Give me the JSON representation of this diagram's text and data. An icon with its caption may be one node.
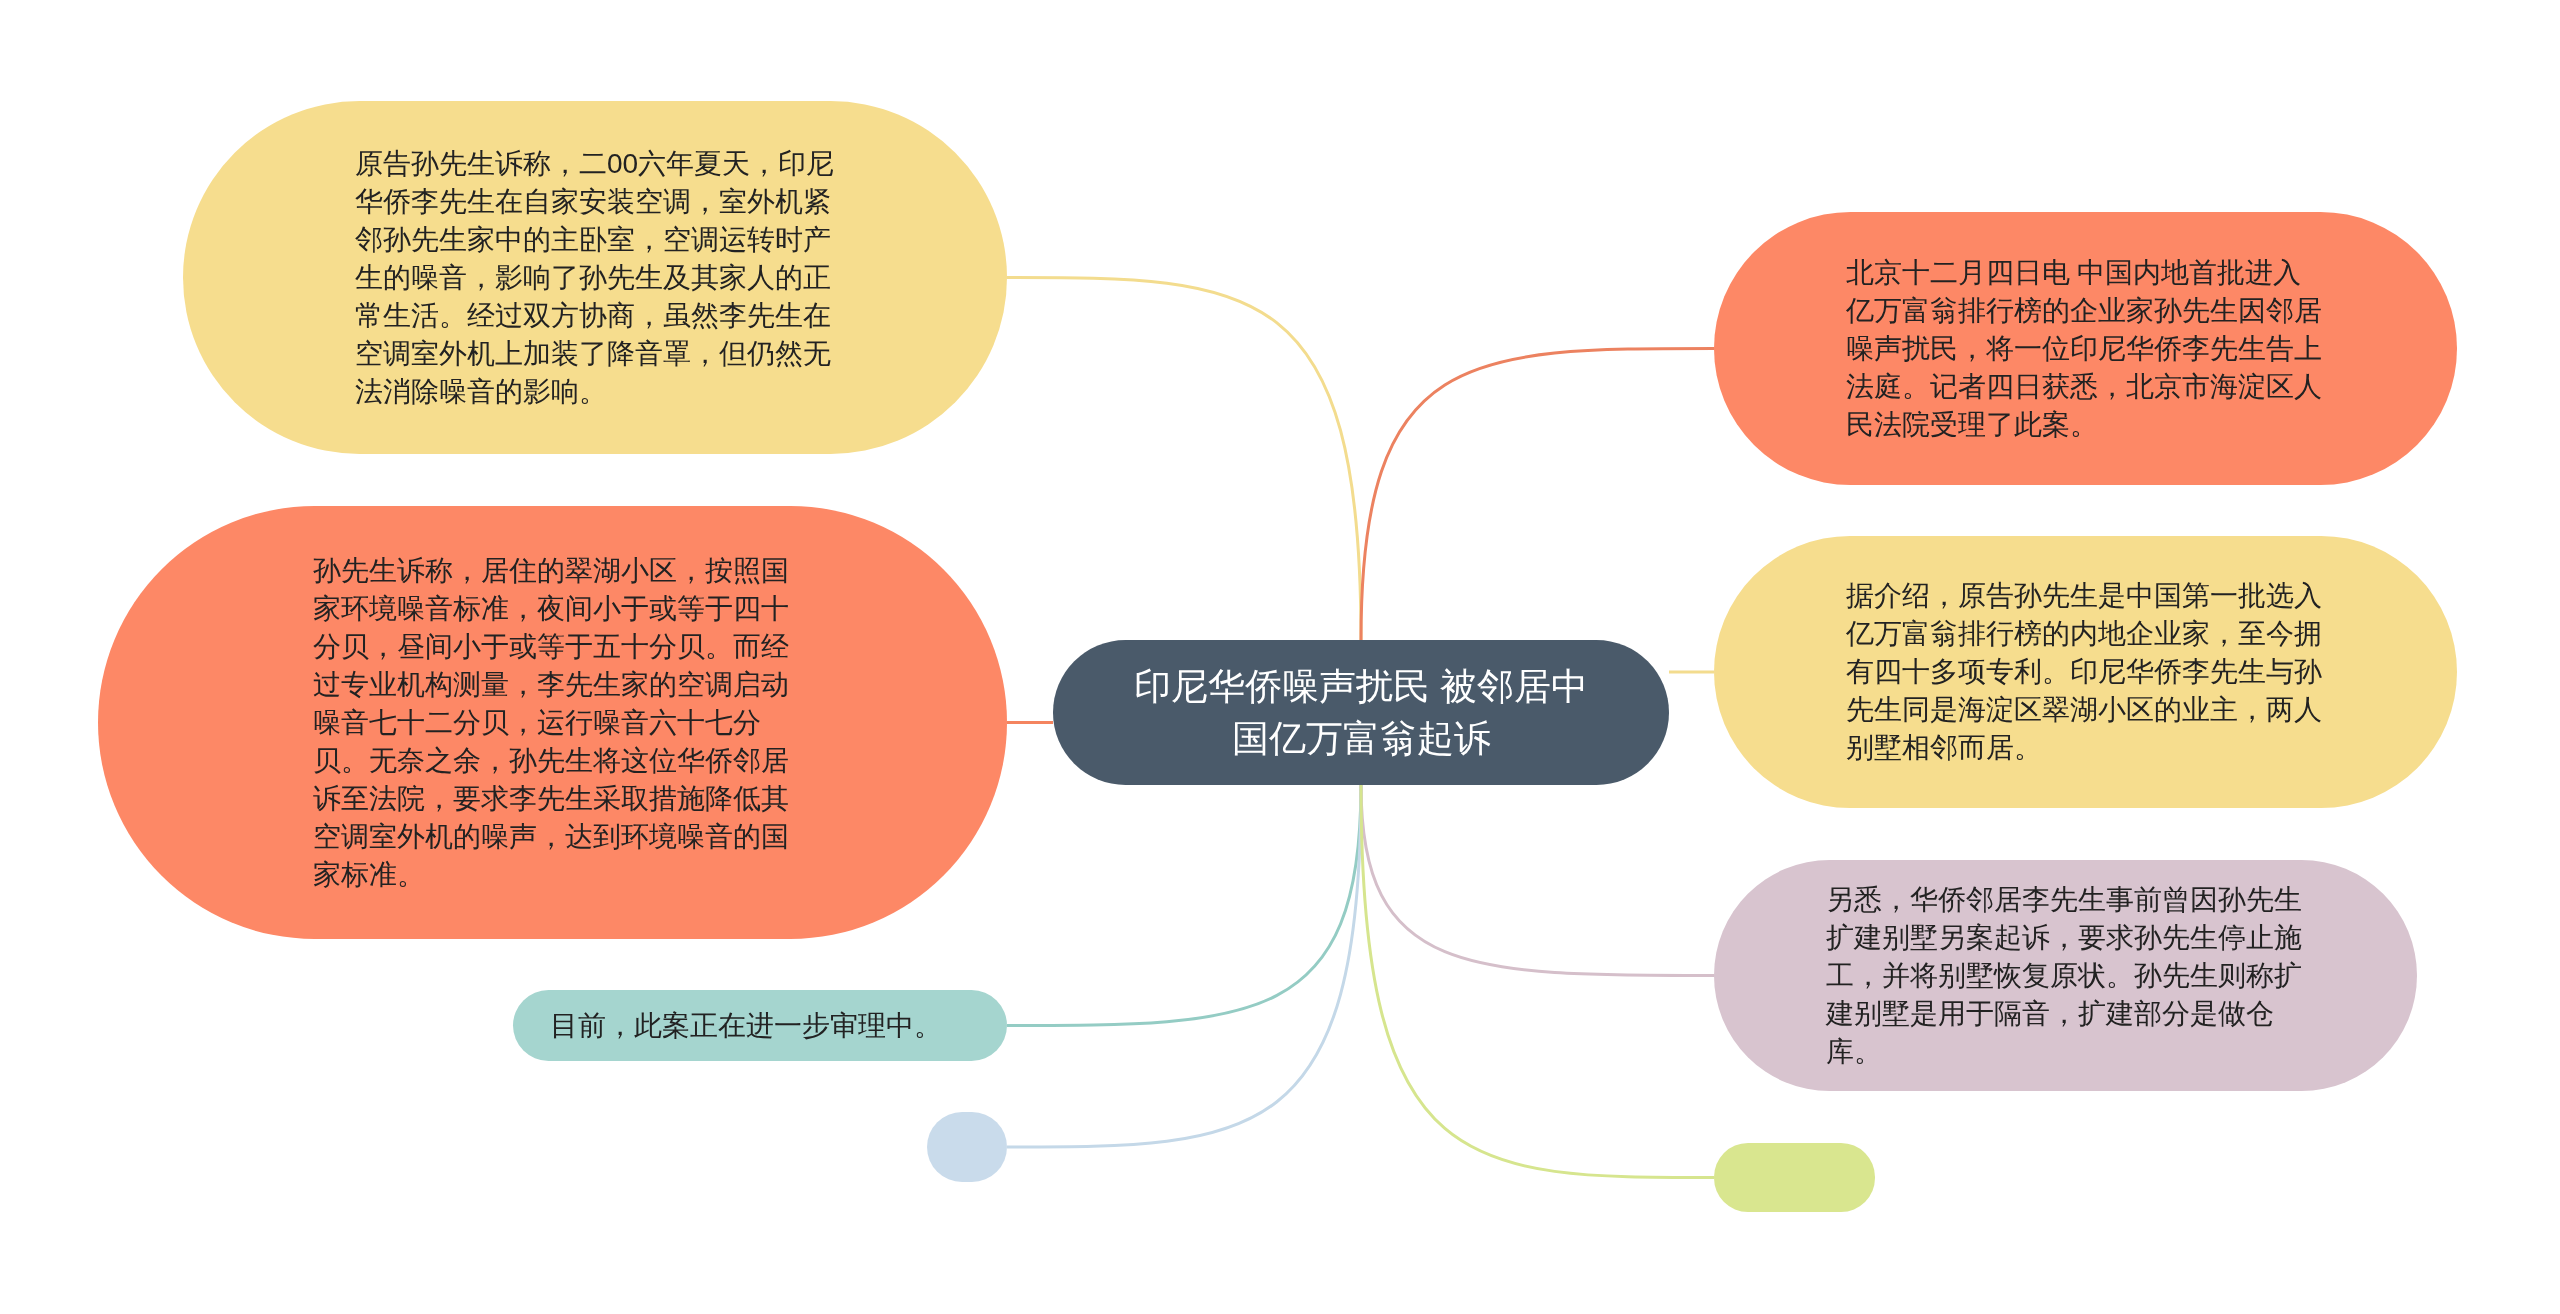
{
  "diagram": {
    "nodes": [
      {
        "text": [
          "印尼华侨噪声扰民 被邻居中国亿万富翁起诉"
        ]
      },
      {
        "text": [
          "原告孙先生诉称，二00六年夏天，印尼华侨李先生在自家安装空调，室外机紧邻孙先生家中的主卧室，空调运转时产生的噪音，影响了孙先生及其家人的正常生活。经过双方协商，虽然李先生在空调室外机上加装了降音罩，但仍然无法消除噪音的影响。"
        ]
      },
      {
        "text": [
          "孙先生诉称，居住的翠湖小区，按照国家环境噪音标准，夜间小于或等于四十分贝，昼间小于或等于五十分贝。而经过专业机构测量，李先生家的空调启动噪音七十二分贝，运行噪音六十七分贝。无奈之余，孙先生将这位华侨邻居诉至法院，要求李先生采取措施降低其空调室外机的噪声，达到环境噪音的国家标准。"
        ]
      },
      {
        "text": [
          "目前，此案正在进一步审理中。"
        ]
      },
      {
        "text": [],
        "shape": "circle"
      },
      {
        "text": [
          "北京十二月四日电 中国内地首批进入亿万富翁排行榜的企业家孙先生因邻居噪声扰民，将一位印尼华侨李先生告上法庭。记者四日获悉，北京市海淀区人民法院受理了此案。"
        ]
      },
      {
        "text": [
          "据介绍，原告孙先生是中国第一批选入亿万富翁排行榜的内地企业家，至今拥有四十多项专利。印尼华侨李先生与孙先生同是海淀区翠湖小区的业主，两人别墅相邻而居。"
        ]
      },
      {
        "text": [
          "另悉，华侨邻居李先生事前曾因孙先生扩建别墅另案起诉，要求孙先生停止施工，并将别墅恢复原状。孙先生则称扩建别墅是用于隔音，扩建部分是做仓库。"
        ]
      },
      {
        "text": [],
        "shape": "box"
      }
    ],
    "edges": [
      {
        "from": 0,
        "to": 1,
        "arrow": "none",
        "color": "#f3dc8e"
      },
      {
        "from": 0,
        "to": 2,
        "arrow": "none",
        "color": "#f4845f"
      },
      {
        "from": 0,
        "to": 3,
        "arrow": "none",
        "color": "#94ccc4"
      },
      {
        "from": 0,
        "to": 4,
        "arrow": "none",
        "color": "#c4d8e8"
      },
      {
        "from": 0,
        "to": 5,
        "arrow": "none",
        "color": "#ec8260"
      },
      {
        "from": 0,
        "to": 6,
        "arrow": "none",
        "color": "#f3dc8e"
      },
      {
        "from": 0,
        "to": 7,
        "arrow": "none",
        "color": "#d5bfca"
      },
      {
        "from": 0,
        "to": 8,
        "arrow": "none",
        "color": "#d6e58e"
      }
    ]
  }
}
